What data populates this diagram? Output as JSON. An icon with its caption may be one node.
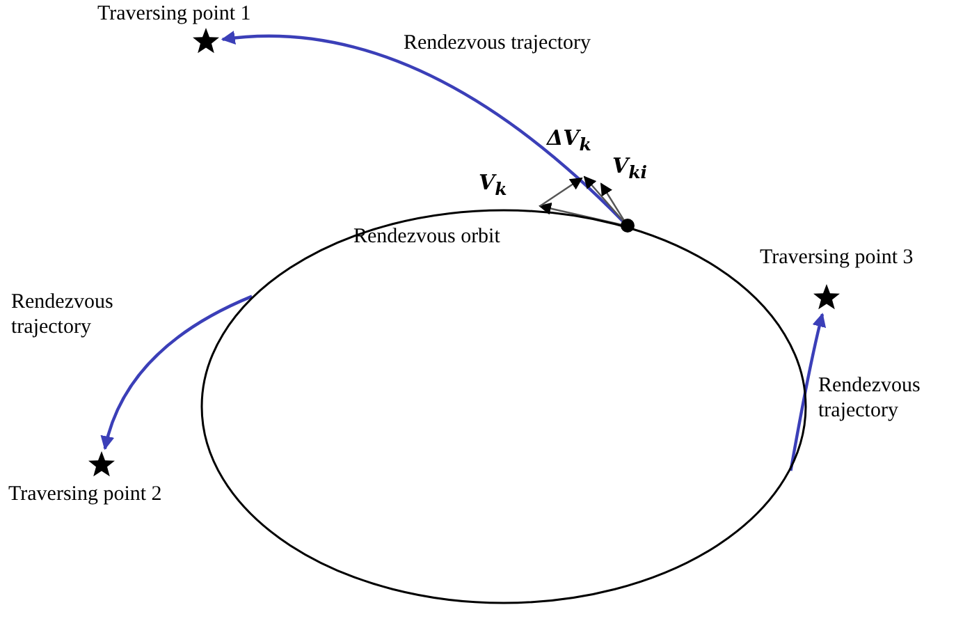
{
  "diagram": {
    "nodes": [
      {
        "text": [
          "Traversing point 1"
        ]
      },
      {
        "text": [
          "Rendezvous orbit"
        ]
      },
      {
        "text": [],
        "shape": "circle"
      },
      {
        "text": [
          "Traversing point 3"
        ]
      },
      {
        "text": [
          "Traversing point 2"
        ]
      }
    ],
    "edges": [
      {
        "from": 2,
        "to": 0,
        "arrow": "to",
        "label": "Rendezvous trajectory"
      },
      {
        "from": 1,
        "to": 4,
        "arrow": "to",
        "label": "Rendezvous trajectory"
      },
      {
        "from": 1,
        "to": 3,
        "arrow": "to",
        "label": "Rendezvous trajectory"
      }
    ],
    "labels": [
      "ΔV$_{k}$",
      "V$_{ki}$",
      "V$_{k}$"
    ]
  }
}
